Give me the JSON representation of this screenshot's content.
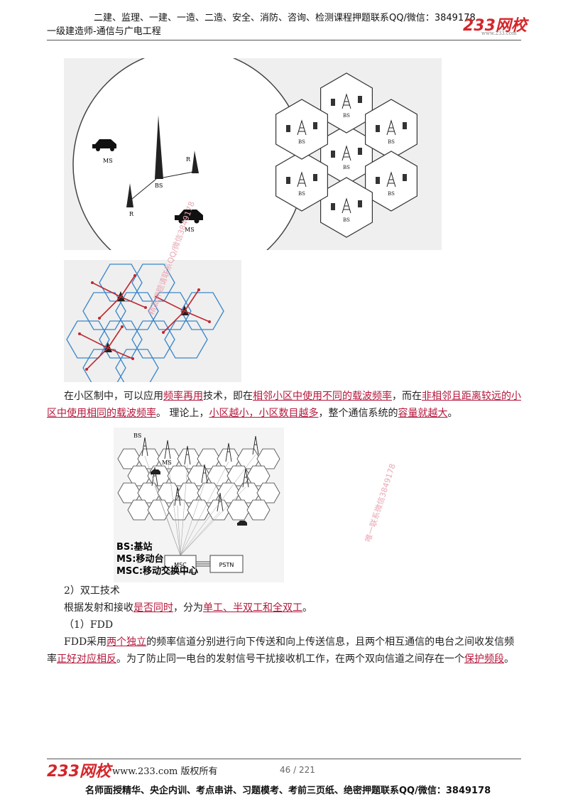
{
  "header": {
    "promo": "二建、监理、一建、一造、二造、安全、消防、咨询、检测课程押题联系QQ/微信：3849178",
    "subject": "一级建造师-通信与广电工程",
    "logo_text": "233网校",
    "logo_url": "www.233.com"
  },
  "figure1": {
    "left": {
      "ms_top": "MS",
      "bs": "BS",
      "r_right": "R",
      "r_left": "R",
      "ms_bottom": "MS"
    },
    "right": {
      "bs_label": "BS"
    }
  },
  "paragraphs": {
    "p1": {
      "t1": "在小区制中，可以应用",
      "h1": "频率再用",
      "t2": "技术，即在",
      "h2": "相邻小区中使用不同的载波频率",
      "t3": "，而在",
      "h3": "非相邻且距离较远的小区中使用相同的载波频率",
      "t4": "。 理论上，",
      "h4": "小区越小，小区数目越多",
      "t5": "，整个通信系统的",
      "h5": "容量就越大",
      "t6": "。"
    },
    "section2": "2）双工技术",
    "p2": {
      "t1": "根据发射和接收",
      "h1": "是否同时",
      "t2": "，分为",
      "h2": "单工、半双工和全双工",
      "t3": "。"
    },
    "section3": "（1）FDD",
    "p3": {
      "t1": "FDD采用",
      "h1": "两个独立",
      "t2": "的频率信道分别进行向下传送和向上传送信息，且两个相互通信的电台之间收发信频率",
      "h2": "正好对应相反",
      "t3": "。为了防止同一电台的发射信号干扰接收机工作，在两个双向信道之间存在一个",
      "h3": "保护频段",
      "t4": "。"
    }
  },
  "figure3": {
    "bs": "BS",
    "ms": "MS",
    "msc_box": "MSC",
    "pstn_box": "PSTN",
    "legend": [
      "BS:基站",
      "MS:移动台",
      "MSC:移动交换中心"
    ]
  },
  "watermarks": {
    "w1": "精品押题请联系QQ/微信3849178",
    "w2": "唯一联系微信3849178"
  },
  "footer": {
    "logo": "233网校",
    "site": "www.233.com 版权所有",
    "page": "46 / 221",
    "promo": "名师面授精华、央企内训、考点串讲、习题模考、考前三页纸、绝密押题联系QQ/微信：3849178"
  },
  "colors": {
    "highlight": "#b5173b",
    "brand": "#d4262b",
    "arrow": "#c0282f",
    "hex_stroke": "#333333",
    "hex_blue": "#3a86c8"
  }
}
